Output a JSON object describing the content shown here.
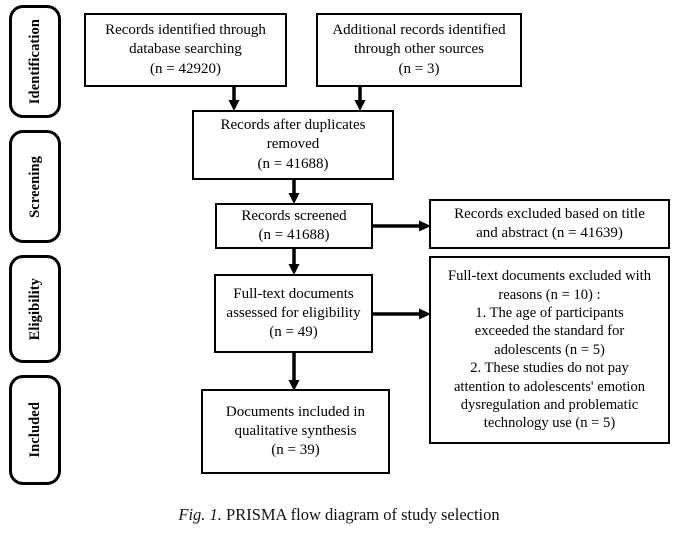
{
  "figure": {
    "caption_prefix": "Fig. 1.",
    "caption_text": "PRISMA flow diagram of study selection",
    "line_color": "#000000",
    "box_fill": "#ffffff",
    "background": "#ffffff"
  },
  "stages": [
    {
      "label": "Identification"
    },
    {
      "label": "Screening"
    },
    {
      "label": "Eligibility"
    },
    {
      "label": "Included"
    }
  ],
  "boxes": {
    "records_identified": {
      "text": "Records identified through\ndatabase searching\n(n = 42920)",
      "count": 42920
    },
    "additional_records": {
      "text": "Additional records identified\nthrough other sources\n(n = 3)",
      "count": 3
    },
    "after_duplicates": {
      "text": "Records after duplicates\nremoved\n(n = 41688)",
      "count": 41688
    },
    "records_screened": {
      "text": "Records screened\n(n = 41688)",
      "count": 41688
    },
    "records_excluded": {
      "text": "Records excluded based on title\nand abstract (n = 41639)",
      "count": 41639
    },
    "fulltext_assessed": {
      "text": "Full-text documents\nassessed for eligibility\n(n = 49)",
      "count": 49
    },
    "fulltext_excluded": {
      "text": "Full-text documents excluded with\nreasons (n = 10) :\n1. The age of participants\nexceeded the standard for\nadolescents (n = 5)\n2. These studies do not pay\nattention to adolescents' emotion\ndysregulation and problematic\ntechnology use (n = 5)",
      "count": 10,
      "reason_1_count": 5,
      "reason_2_count": 5
    },
    "documents_included": {
      "text": "Documents included in\nqualitative synthesis\n(n = 39)",
      "count": 39
    }
  },
  "connectors": [
    {
      "name": "identified-to-duplicates",
      "direction": "down"
    },
    {
      "name": "additional-to-duplicates",
      "direction": "down"
    },
    {
      "name": "duplicates-to-screened",
      "direction": "down"
    },
    {
      "name": "screened-to-excluded",
      "direction": "right"
    },
    {
      "name": "screened-to-fulltext",
      "direction": "down"
    },
    {
      "name": "fulltext-to-excluded-reasons",
      "direction": "right"
    },
    {
      "name": "fulltext-to-included",
      "direction": "down"
    }
  ]
}
